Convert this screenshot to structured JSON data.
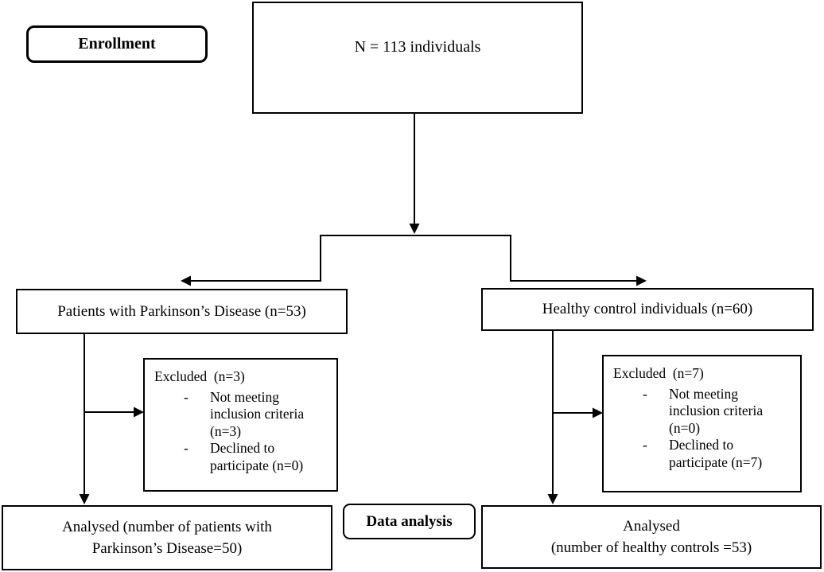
{
  "diagram": {
    "type": "consort-flow",
    "stages": {
      "enrollment": "Enrollment",
      "data_analysis": "Data analysis"
    },
    "bullet": "-",
    "boxes": {
      "total": {
        "text": "N = 113 individuals"
      },
      "pd_group": {
        "text": "Patients with Parkinson’s Disease (n=53)"
      },
      "hc_group": {
        "text": "Healthy control individuals (n=60)"
      },
      "pd_excluded": {
        "title": "Excluded  (n=3)",
        "items": [
          {
            "lines": [
              "Not meeting",
              "inclusion criteria",
              "(n=3)"
            ]
          },
          {
            "lines": [
              "Declined to",
              "participate (n=0)"
            ]
          }
        ]
      },
      "hc_excluded": {
        "title": "Excluded  (n=7)",
        "items": [
          {
            "lines": [
              "Not meeting",
              "inclusion criteria",
              "(n=0)"
            ]
          },
          {
            "lines": [
              "Declined to",
              "participate (n=7)"
            ]
          }
        ]
      },
      "pd_analysed": {
        "lines": [
          "Analysed (number of patients with",
          "Parkinson’s Disease=50)"
        ]
      },
      "hc_analysed": {
        "lines": [
          "Analysed",
          "(number of healthy controls =53)"
        ]
      }
    },
    "colors": {
      "line": "#000000",
      "text": "#000000",
      "background": "#ffffff"
    }
  }
}
